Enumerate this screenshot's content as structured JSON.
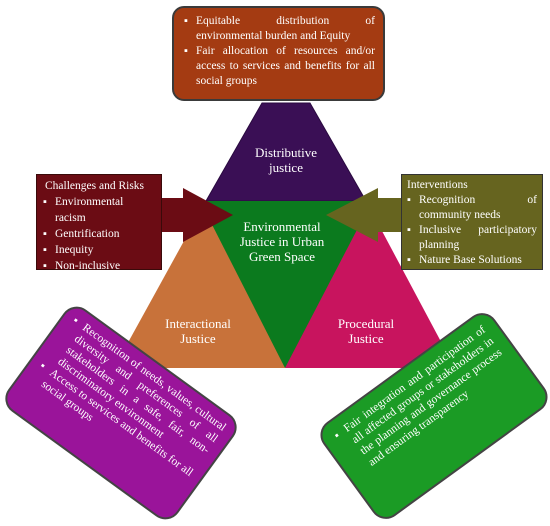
{
  "distributive": {
    "label_line1": "Distributive",
    "label_line2": "justice",
    "items": [
      "Equitable distribution of environmental burden and Equity",
      "Fair allocation of resources and/or access to services and benefits for all social groups"
    ]
  },
  "center": {
    "line1": "Environmental",
    "line2": "Justice in Urban",
    "line3": "Green Space"
  },
  "interactional": {
    "label_line1": "Interactional",
    "label_line2": "Justice",
    "items": [
      "Recognition of needs, values, cultural diversity and preferences of all stakeholders in a safe, fair, non-discriminatory environment",
      "Access to services and benefits for all social groups"
    ]
  },
  "procedural": {
    "label_line1": "Procedural",
    "label_line2": "Justice",
    "items": [
      "Fair integration and participation of all affected groups or stakeholders in the planning and governance process and ensuring transparency"
    ]
  },
  "challenges": {
    "title": "Challenges and Risks",
    "items": [
      "Environmental racism",
      "Gentrification",
      "Inequity",
      "Non-inclusive"
    ]
  },
  "interventions": {
    "title": "Interventions",
    "items": [
      "Recognition of community needs",
      "Inclusive participatory planning",
      "Nature Base Solutions"
    ]
  },
  "colors": {
    "distributive": "#3a0f55",
    "center": "#0b7a1e",
    "interactional": "#c8723a",
    "procedural": "#c8145e",
    "top_box": "#a43b12",
    "challenges_box": "#6b0c14",
    "interventions_box": "#66641f",
    "interactional_box": "#9a149a",
    "procedural_box": "#1b9b25"
  }
}
